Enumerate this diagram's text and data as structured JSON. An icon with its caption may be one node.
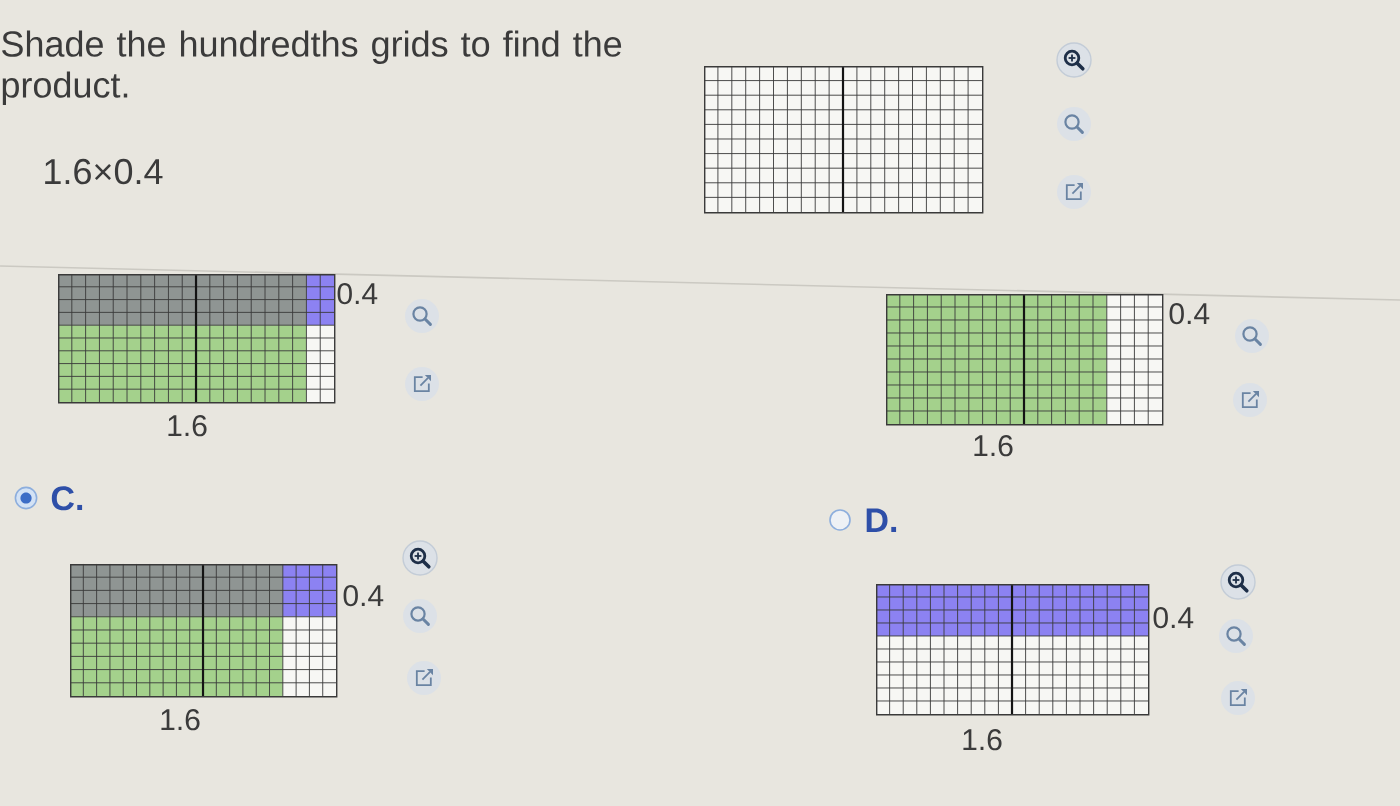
{
  "diagram": {
    "title": "Shade the hundredths grids to find the product.",
    "nodes": [
      {
        "text": [],
        "shape": "grid"
      },
      {
        "text": [],
        "shape": "grid",
        "beside": [
          "0.4",
          "1.6"
        ]
      },
      {
        "text": [],
        "shape": "grid",
        "beside": [
          "0.4",
          "1.6"
        ]
      },
      {
        "text": [],
        "shape": "grid",
        "beside": [
          "0.4",
          "1.6"
        ]
      },
      {
        "text": [],
        "shape": "grid",
        "beside": [
          "0.4",
          "1.6"
        ]
      }
    ],
    "labels": [
      "1.6×0.4",
      "C.",
      "D."
    ]
  }
}
